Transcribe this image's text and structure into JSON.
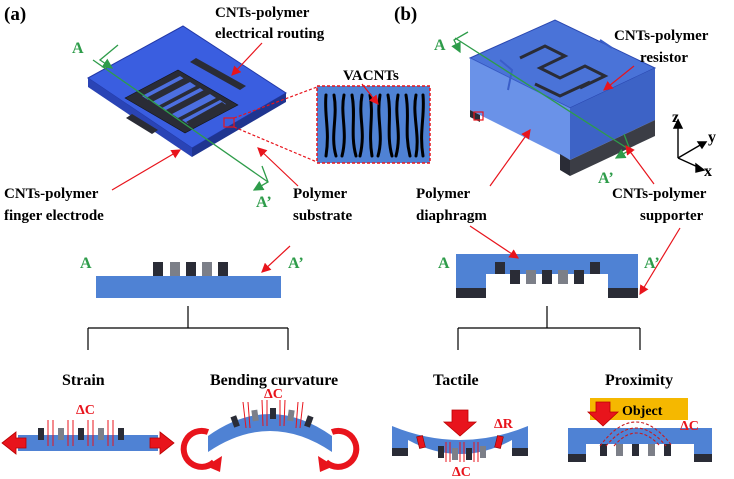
{
  "panel_a": {
    "tag": "(a)",
    "cnts_polymer": "CNTs-polymer",
    "electrical_routing": "electrical routing",
    "vacnts": "VACNTs",
    "finger_electrode": "finger electrode",
    "polymer": "Polymer",
    "substrate": "substrate",
    "a": "A",
    "a_prime": "A’",
    "branch_strain": "Strain",
    "branch_bending": "Bending curvature",
    "delta_c": "ΔC"
  },
  "panel_b": {
    "tag": "(b)",
    "cnts_polymer": "CNTs-polymer",
    "resistor": "resistor",
    "supporter": "supporter",
    "polymer": "Polymer",
    "diaphragm": "diaphragm",
    "a": "A",
    "a_prime": "A’",
    "axis_z": "z",
    "axis_y": "y",
    "axis_x": "x",
    "branch_tactile": "Tactile",
    "branch_proximity": "Proximity",
    "delta_r": "ΔR",
    "delta_c": "ΔC",
    "object": "Object"
  },
  "colors": {
    "substrate_blue": "#4f82d4",
    "dark_blue": "#2b45c9",
    "electrode_dark": "#2a2c36",
    "electrode_grey": "#7c7f88",
    "accent_red": "#e8141c",
    "section_green": "#2e9c4a",
    "object_yellow": "#f5b800"
  }
}
